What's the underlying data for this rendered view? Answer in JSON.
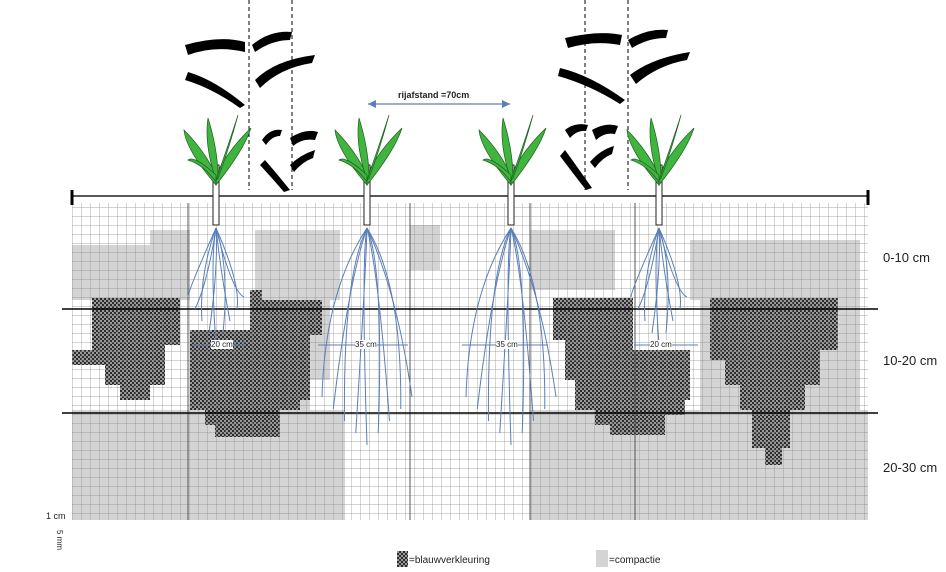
{
  "row_spacing_label": "rijafstand =70cm",
  "depth_labels": [
    "0-10 cm",
    "10-20 cm",
    "20-30 cm"
  ],
  "zone_width_labels": [
    "20 cm",
    "35 cm",
    "35 cm",
    "20 cm"
  ],
  "scale_labels": {
    "cm": "1 cm",
    "mm": "5 mm"
  },
  "legend": {
    "discoloration": "=blauwverkleuring",
    "compaction": "=compactie"
  },
  "colors": {
    "plant_green": "#3fb43f",
    "root_blue": "#5b7fb8",
    "compaction_gray": "#d4d4d4",
    "discoloration_dark": "#3a3a3a",
    "grid_line": "#8a8a8a"
  },
  "icons": [
    "maize-plant-icon",
    "tire-tread-icon",
    "root-system-icon"
  ]
}
